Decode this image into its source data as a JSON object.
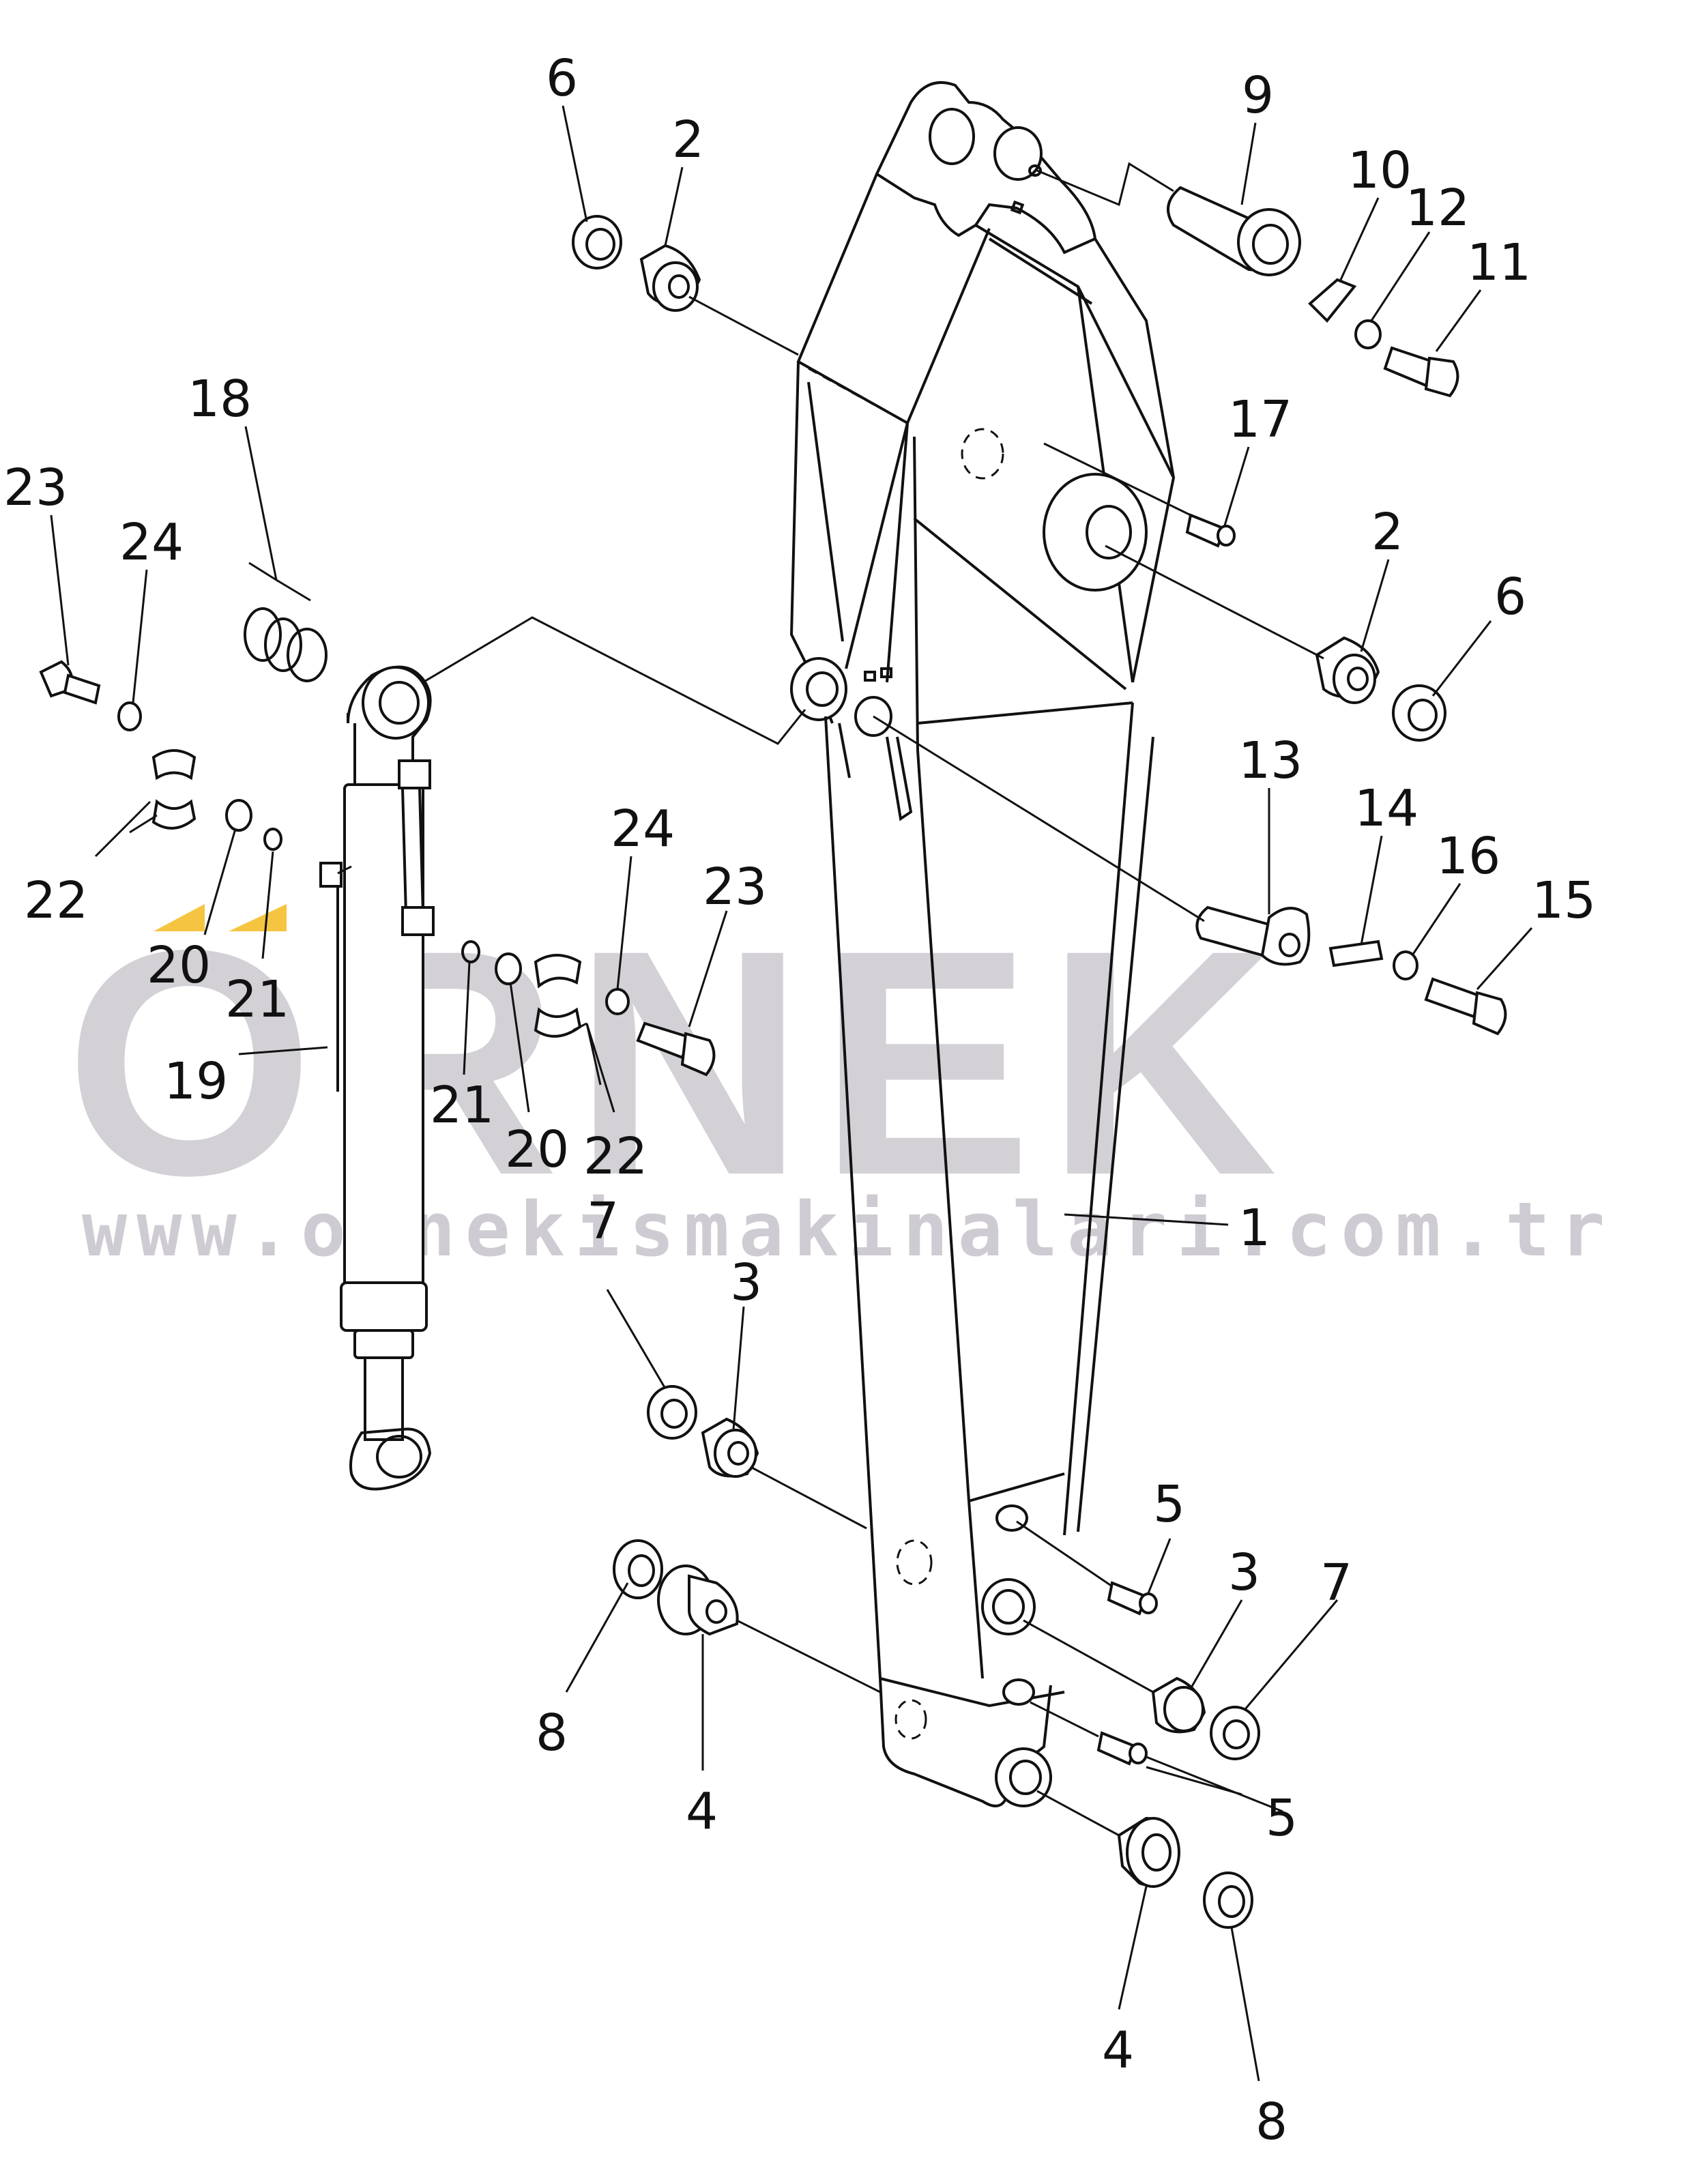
{
  "watermark": {
    "brand": "ORNEK",
    "url": "www.ornekismakinalari.com.tr",
    "accent_color": "#f5c542",
    "gray_color": "#d3d0d6"
  },
  "callouts": [
    {
      "id": "c6a",
      "label": "6"
    },
    {
      "id": "c2a",
      "label": "2"
    },
    {
      "id": "c9",
      "label": "9"
    },
    {
      "id": "c10",
      "label": "10"
    },
    {
      "id": "c12",
      "label": "12"
    },
    {
      "id": "c11",
      "label": "11"
    },
    {
      "id": "c17",
      "label": "17"
    },
    {
      "id": "c2b",
      "label": "2"
    },
    {
      "id": "c6b",
      "label": "6"
    },
    {
      "id": "c18",
      "label": "18"
    },
    {
      "id": "c23a",
      "label": "23"
    },
    {
      "id": "c24a",
      "label": "24"
    },
    {
      "id": "c13",
      "label": "13"
    },
    {
      "id": "c14",
      "label": "14"
    },
    {
      "id": "c16",
      "label": "16"
    },
    {
      "id": "c15",
      "label": "15"
    },
    {
      "id": "c22a",
      "label": "22"
    },
    {
      "id": "c20a",
      "label": "20"
    },
    {
      "id": "c21a",
      "label": "21"
    },
    {
      "id": "c24b",
      "label": "24"
    },
    {
      "id": "c23b",
      "label": "23"
    },
    {
      "id": "c19",
      "label": "19"
    },
    {
      "id": "c21b",
      "label": "21"
    },
    {
      "id": "c20b",
      "label": "20"
    },
    {
      "id": "c22b",
      "label": "22"
    },
    {
      "id": "c1",
      "label": "1"
    },
    {
      "id": "c7a",
      "label": "7"
    },
    {
      "id": "c3a",
      "label": "3"
    },
    {
      "id": "c5a",
      "label": "5"
    },
    {
      "id": "c3b",
      "label": "3"
    },
    {
      "id": "c7b",
      "label": "7"
    },
    {
      "id": "c8a",
      "label": "8"
    },
    {
      "id": "c4a",
      "label": "4"
    },
    {
      "id": "c5b",
      "label": "5"
    },
    {
      "id": "c4b",
      "label": "4"
    },
    {
      "id": "c8b",
      "label": "8"
    }
  ]
}
